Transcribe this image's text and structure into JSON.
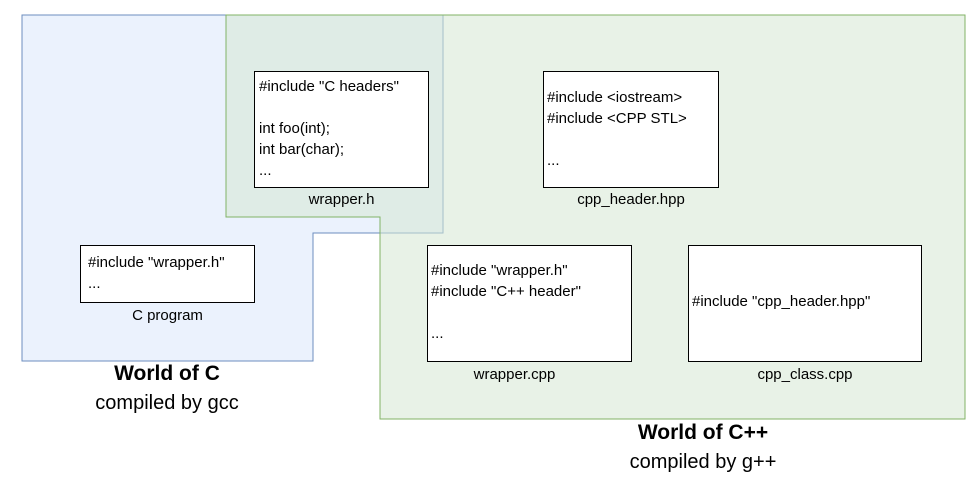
{
  "colors": {
    "c_world_fill": "#dae8fc",
    "c_world_stroke": "#6c8ebf",
    "cpp_world_fill": "#d5e8d4",
    "cpp_world_stroke": "#82b366"
  },
  "worlds": {
    "c": {
      "title": "World of C",
      "subtitle": "compiled by gcc"
    },
    "cpp": {
      "title": "World of C++",
      "subtitle": "compiled by g++"
    }
  },
  "files": {
    "wrapper_h": {
      "name": "wrapper.h",
      "lines": [
        "#include \"C headers\"",
        "",
        "int foo(int);",
        "int bar(char);",
        "..."
      ]
    },
    "cpp_header": {
      "name": "cpp_header.hpp",
      "lines": [
        "#include <iostream>",
        "#include <CPP STL>",
        "",
        "..."
      ]
    },
    "c_program": {
      "name": "C program",
      "lines": [
        "#include \"wrapper.h\"",
        "..."
      ]
    },
    "wrapper_cpp": {
      "name": "wrapper.cpp",
      "lines": [
        "#include \"wrapper.h\"",
        "#include \"C++ header\"",
        "",
        "..."
      ]
    },
    "cpp_class": {
      "name": "cpp_class.cpp",
      "lines": [
        "#include \"cpp_header.hpp\""
      ]
    }
  }
}
